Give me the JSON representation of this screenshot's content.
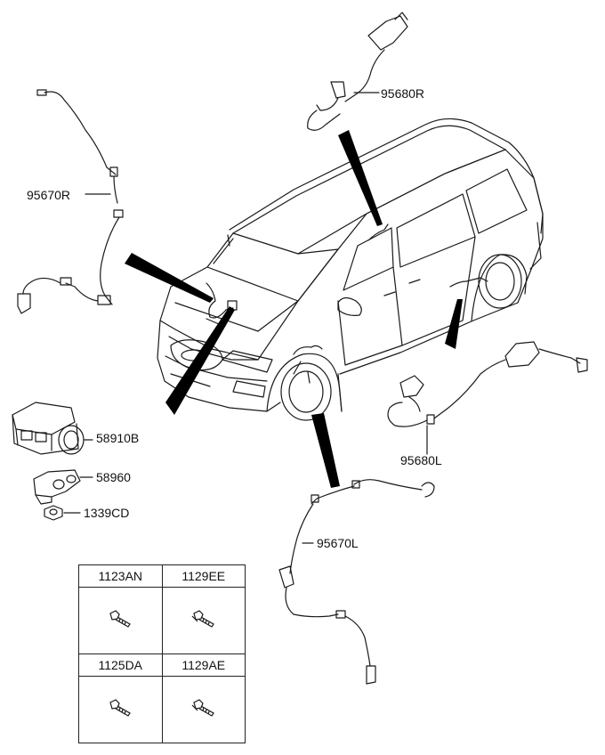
{
  "labels": {
    "sensor_front_right": "95670R",
    "sensor_rear_right": "95680R",
    "hecu_module": "58910B",
    "bracket": "58960",
    "nut": "1339CD",
    "sensor_rear_left": "95680L",
    "sensor_front_left": "95670L"
  },
  "fastener_table": {
    "cells": [
      {
        "code": "1123AN",
        "icon": "bolt-icon"
      },
      {
        "code": "1129EE",
        "icon": "bolt-icon"
      },
      {
        "code": "1125DA",
        "icon": "bolt-icon"
      },
      {
        "code": "1129AE",
        "icon": "bolt-icon"
      }
    ]
  },
  "colors": {
    "line": "#1a1a1a",
    "fill": "#000000",
    "background": "#ffffff"
  }
}
